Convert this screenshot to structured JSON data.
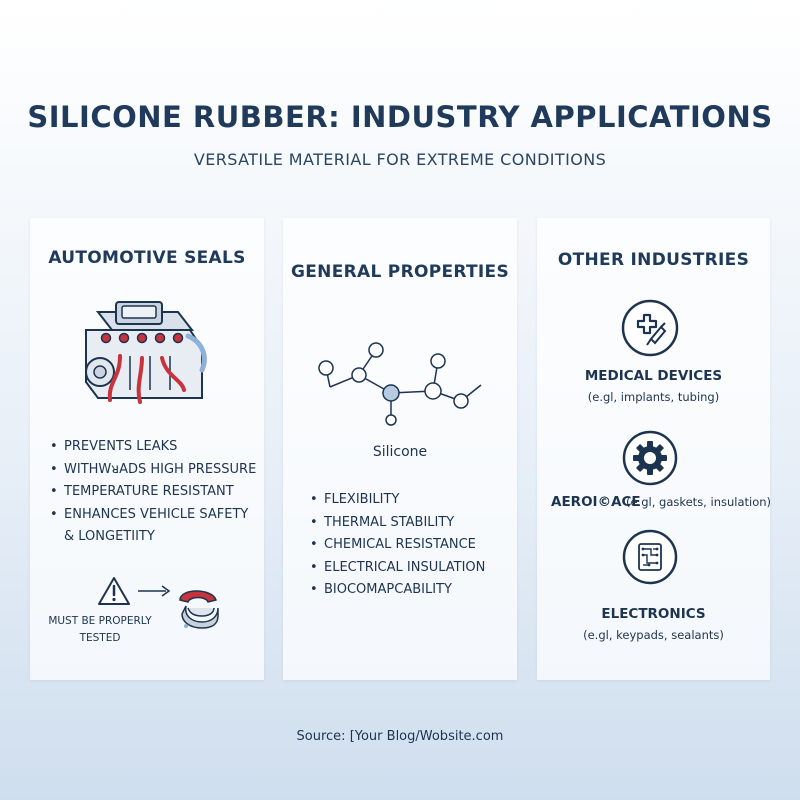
{
  "header": {
    "title": "SILICONE RUBBER: INDUSTRY APPLICATIONS",
    "subtitle": "VERSATILE MATERIAL FOR EXTREME CONDITIONS"
  },
  "automotive": {
    "title": "AUTOMOTIVE SEALS",
    "bullets": [
      "PREVENTS LEAKS",
      "WITHWᴚADS HIGH PRESSURE",
      "TEMPERATURE RESISTANT",
      "ENHANCES VEHICLE SAFETY"
    ],
    "bullet_continuation": "& LONGETIITY",
    "warning_line1": "MUST BE PROPERLY",
    "warning_line2": "TESTED"
  },
  "general": {
    "title": "GENERAL PROPERTIES",
    "molecule_label": "Silicone",
    "bullets": [
      "FLEXIBILITY",
      "THERMAL STABILITY",
      "CHEMICAL RESISTANCE",
      "ELECTRICAL INSULATION",
      "BIOCOMAPCABILITY"
    ]
  },
  "other": {
    "title": "OTHER INDUSTRIES",
    "industries": [
      {
        "name": "MEDICAL DEVICES",
        "desc": "(e.gl, implants, tubing)",
        "icon": "medical-cross-icon"
      },
      {
        "name": "AEROI©ACE",
        "desc": "(e.gl, gaskets, insulation)",
        "icon": "gear-icon"
      },
      {
        "name": "ELECTRONICS",
        "desc": "(e.gl, keypads, sealants)",
        "icon": "circuit-board-icon"
      }
    ]
  },
  "footer": {
    "source": "Source: [Your Blog/Wobsite.com"
  },
  "colors": {
    "navy": "#1f3a5a",
    "seal_red": "#c8333d",
    "accent_blue": "#8fb0d8"
  }
}
